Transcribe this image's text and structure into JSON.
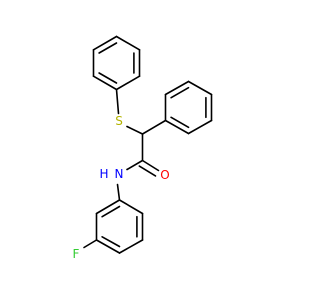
{
  "molecule": {
    "atoms": {
      "sulfur": "S",
      "oxygen": "O",
      "nitrogen": "N",
      "hydrogen": "H",
      "fluorine": "F"
    },
    "colors": {
      "bond": "#000000",
      "sulfur": "#b3b300",
      "oxygen": "#ff0000",
      "nitrogen": "#0000ff",
      "fluorine": "#33cc33"
    }
  }
}
